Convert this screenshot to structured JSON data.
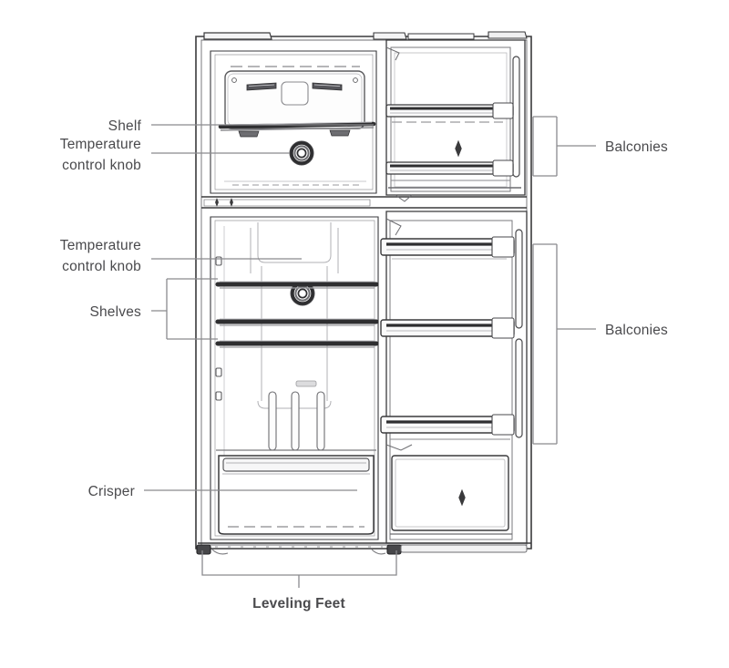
{
  "diagram": {
    "title": "Refrigerator interior parts diagram",
    "subject": "top-freezer refrigerator cutaway",
    "line_color": "#3a3a3c",
    "accent_color": "#4a4a4d",
    "light_line_color": "#8a8a8e",
    "background": "#ffffff"
  },
  "labels": {
    "shelf": "Shelf",
    "temp_knob_top_line1": "Temperature",
    "temp_knob_top_line2": "control knob",
    "temp_knob_bottom_line1": "Temperature",
    "temp_knob_bottom_line2": "control knob",
    "shelves": "Shelves",
    "crisper": "Crisper",
    "balconies_top": "Balconies",
    "balconies_bottom": "Balconies",
    "leveling_feet": "Leveling Feet"
  },
  "parts": [
    {
      "id": "shelf",
      "name": "Shelf",
      "section": "freezer",
      "side": "left",
      "count": 1
    },
    {
      "id": "temp-knob-top",
      "name": "Temperature control knob",
      "section": "freezer",
      "side": "left",
      "count": 1
    },
    {
      "id": "balconies-top",
      "name": "Balconies",
      "section": "freezer-door",
      "side": "right",
      "count": 2
    },
    {
      "id": "temp-knob-bot",
      "name": "Temperature control knob",
      "section": "fresh-food",
      "side": "left",
      "count": 1
    },
    {
      "id": "shelves",
      "name": "Shelves",
      "section": "fresh-food",
      "side": "left",
      "count": 3
    },
    {
      "id": "balconies-bot",
      "name": "Balconies",
      "section": "fresh-food-door",
      "side": "right",
      "count": 3
    },
    {
      "id": "crisper",
      "name": "Crisper",
      "section": "fresh-food",
      "side": "left",
      "count": 1
    },
    {
      "id": "leveling-feet",
      "name": "Leveling Feet",
      "section": "base",
      "side": "bottom",
      "count": 2
    }
  ]
}
